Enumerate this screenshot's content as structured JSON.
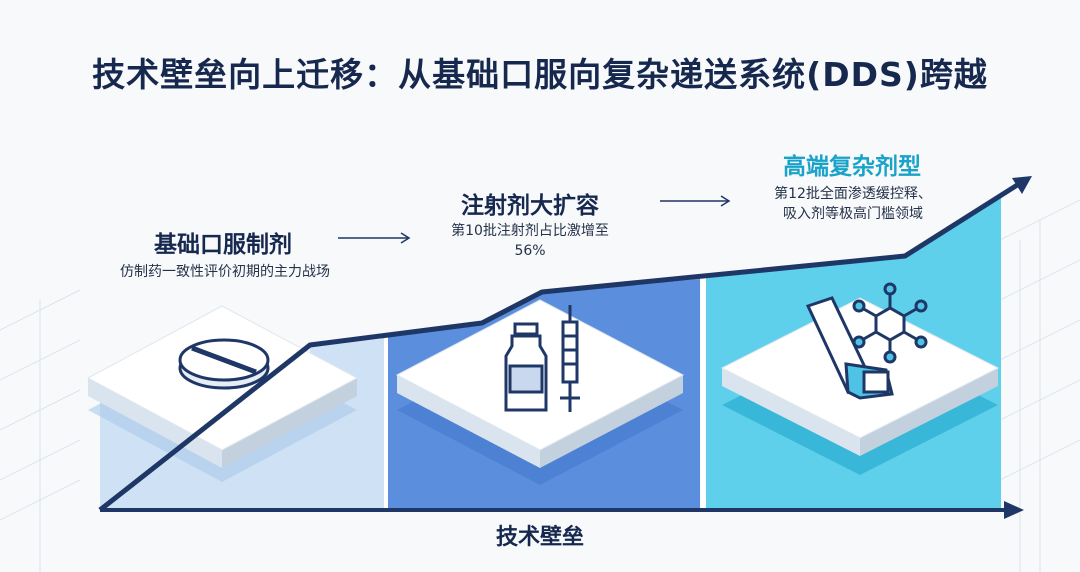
{
  "title": "技术壁垒向上迁移：从基础口服向复杂递送系统(DDS)跨越",
  "axis_label": "技术壁垒",
  "stages": [
    {
      "title": "基础口服制剂",
      "desc": "仿制药一致性评价初期的主力战场",
      "icon": "tablet-icon"
    },
    {
      "title": "注射剂大扩容",
      "desc_line1": "第10批注射剂占比激增至",
      "desc_line2": "56%",
      "icon": "vial-syringe-icon"
    },
    {
      "title": "高端复杂剂型",
      "desc_line1": "第12批全面渗透缓控释、",
      "desc_line2": "吸入剂等极高门槛领域",
      "icon": "inhaler-molecule-icon"
    }
  ],
  "colors": {
    "title": "#17284f",
    "stage1_fill": "#cfe2f5",
    "stage2_fill": "#5b8fde",
    "stage3_fill": "#5fd0ec",
    "accent": "#19a3c8",
    "arrow": "#1f3766"
  }
}
